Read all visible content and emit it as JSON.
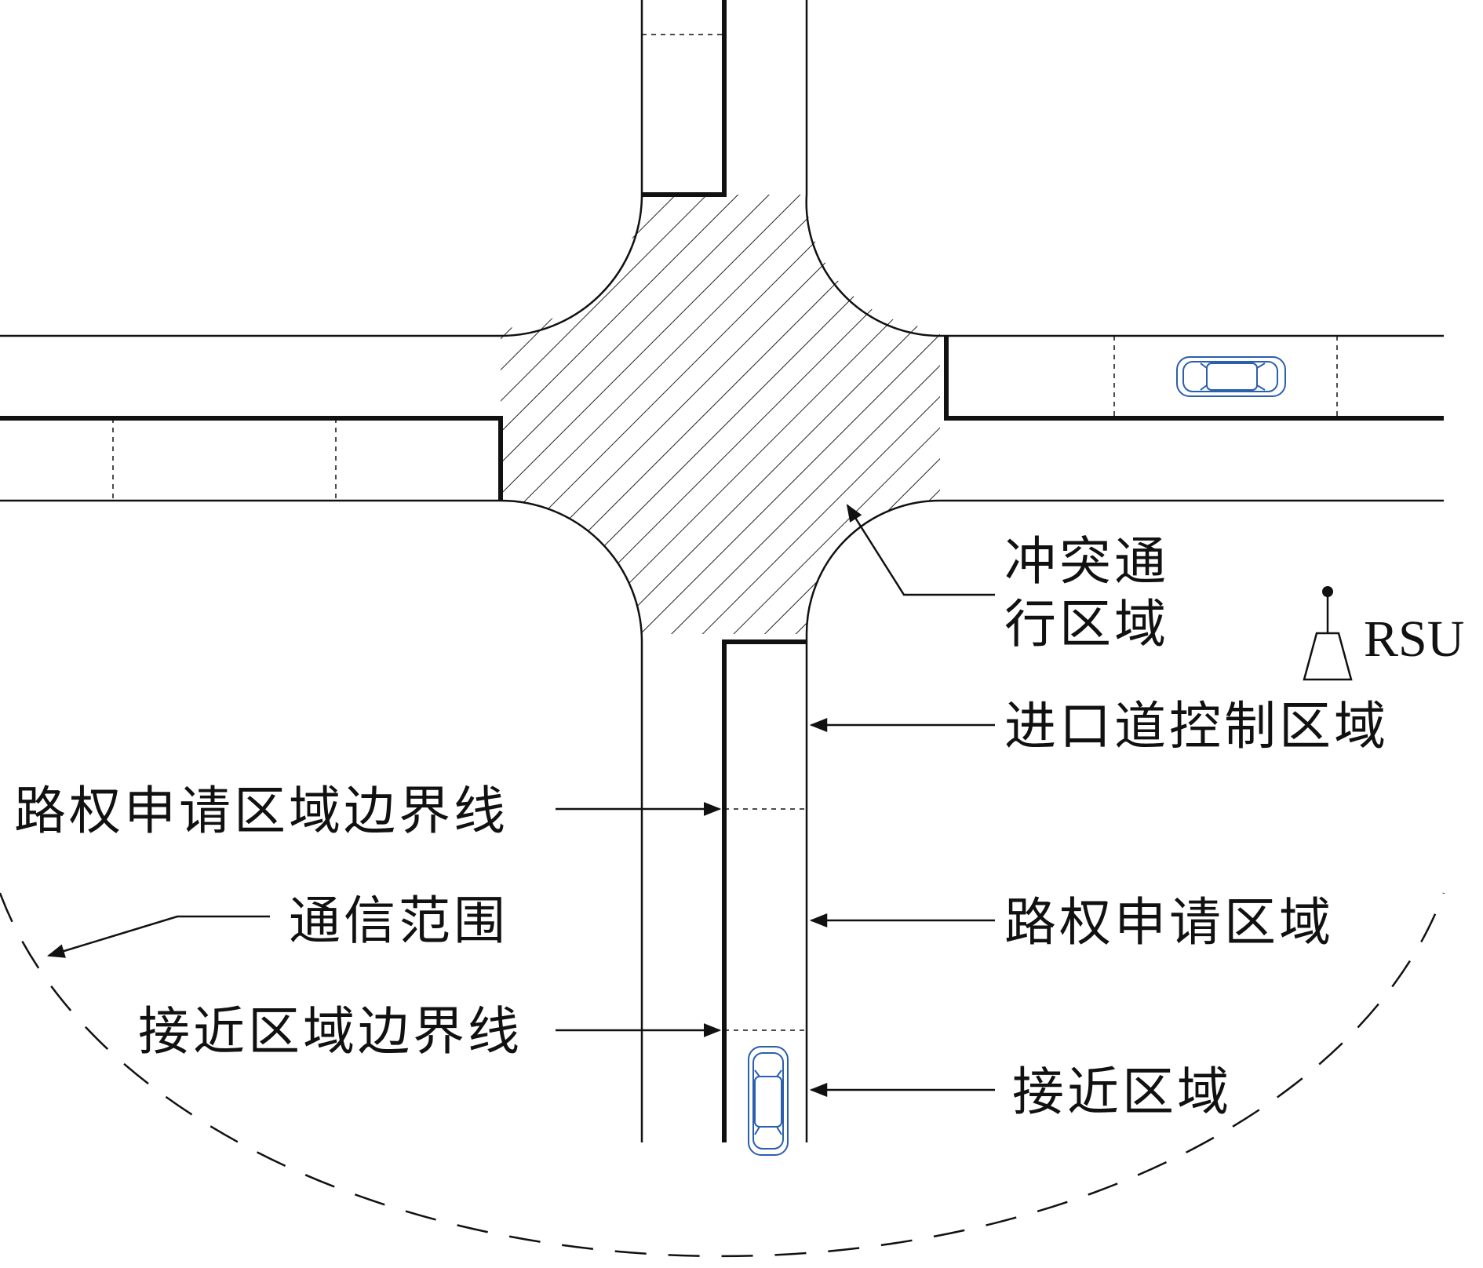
{
  "labels": {
    "conflict_zone_line1": "冲突通",
    "conflict_zone_line2": "行区域",
    "rsu": "RSU",
    "entrance_control_zone": "进口道控制区域",
    "row_request_boundary": "路权申请区域边界线",
    "communication_range": "通信范围",
    "row_request_zone": "路权申请区域",
    "approach_boundary": "接近区域边界线",
    "approach_zone": "接近区域"
  },
  "icons": {
    "vehicle_east": "car-icon",
    "vehicle_south": "car-icon",
    "roadside_unit": "rsu-antenna-icon"
  },
  "colors": {
    "road_line": "#111111",
    "vehicle": "#2a5fae",
    "hatch": "#222222"
  }
}
